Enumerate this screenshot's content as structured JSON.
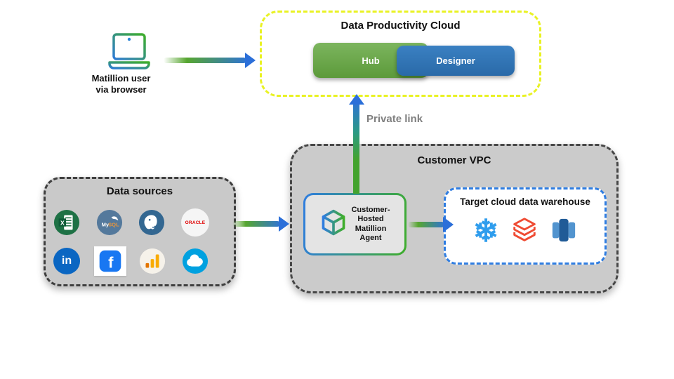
{
  "cloud": {
    "title": "Data Productivity Cloud",
    "hub": "Hub",
    "designer": "Designer"
  },
  "user": {
    "line1": "Matillion user",
    "line2": "via browser"
  },
  "private_link": {
    "label": "Private link"
  },
  "vpc": {
    "title": "Customer VPC",
    "agent": {
      "lines": [
        "Customer-",
        "Hosted",
        "Matillion",
        "Agent"
      ]
    },
    "warehouse": {
      "title": "Target cloud data warehouse",
      "icons": [
        "snowflake",
        "databricks",
        "amazon-redshift"
      ]
    }
  },
  "sources": {
    "title": "Data sources",
    "items": [
      {
        "name": "excel",
        "text": "X"
      },
      {
        "name": "mysql",
        "text_my": "My",
        "text_sql": "SQL"
      },
      {
        "name": "postgresql"
      },
      {
        "name": "oracle",
        "text": "ORACLE"
      },
      {
        "name": "linkedin",
        "text": "in"
      },
      {
        "name": "facebook",
        "text": "f"
      },
      {
        "name": "google-analytics"
      },
      {
        "name": "salesforce"
      }
    ]
  },
  "colors": {
    "accent_green": "#3fae2a",
    "accent_blue": "#2e75b6",
    "arrow_blue": "#2b6fd9",
    "cloud_dash_yellow": "#e9f224",
    "vpc_gray": "#cbcbcb",
    "warehouse_dash_blue": "#2f7de1",
    "private_link_gray": "#7f7f7f"
  }
}
